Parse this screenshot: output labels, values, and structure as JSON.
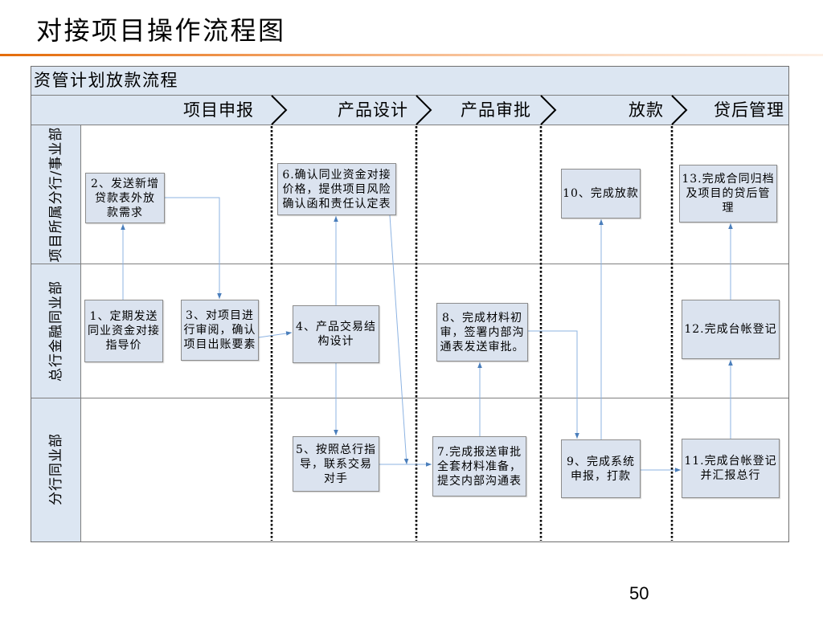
{
  "slide": {
    "title": "对接项目操作流程图",
    "page_number": "50"
  },
  "diagram": {
    "header": "资管计划放款流程",
    "phases": [
      "项目申报",
      "产品设计",
      "产品审批",
      "放款",
      "贷后管理"
    ],
    "lanes": [
      "项目所属分行/事业部",
      "总行金融同业部",
      "分行同业部"
    ],
    "steps": [
      {
        "lines": [
          "1、定期发送",
          "同业资金对接",
          "指导价"
        ]
      },
      {
        "lines": [
          "2、发送新增",
          "贷款表外放",
          "款需求"
        ]
      },
      {
        "lines": [
          "3、对项目进",
          "行审阅，确认",
          "项目出账要素"
        ]
      },
      {
        "lines": [
          "4、产品交易结",
          "构设计"
        ]
      },
      {
        "lines": [
          "5、按照总行指",
          "导，联系交易",
          "对手"
        ]
      },
      {
        "lines": [
          "6.确认同业资金对接",
          "价格，提供项目风险",
          "确认函和责任认定表"
        ]
      },
      {
        "lines": [
          "7.完成报送审批",
          "全套材料准备，",
          "提交内部沟通表"
        ]
      },
      {
        "lines": [
          "8、完成材料初",
          "审，签署内部沟",
          "通表发送审批。"
        ]
      },
      {
        "lines": [
          "9、完成系统",
          "申报，打款"
        ]
      },
      {
        "lines": [
          "10、完成放款"
        ]
      },
      {
        "lines": [
          "11.完成台帐登记",
          "并汇报总行"
        ]
      },
      {
        "lines": [
          "12.完成台帐登记"
        ]
      },
      {
        "lines": [
          "13.完成合同归档",
          "及项目的贷后管",
          "理"
        ]
      }
    ]
  },
  "colors": {
    "accent": "#e46c0a",
    "header_fill": "#dce6f2",
    "box_fill": "#dbe3ef",
    "box_border": "#8c8c8c",
    "connector": "#8db3e2",
    "arrowhead": "#4a7ebb"
  }
}
